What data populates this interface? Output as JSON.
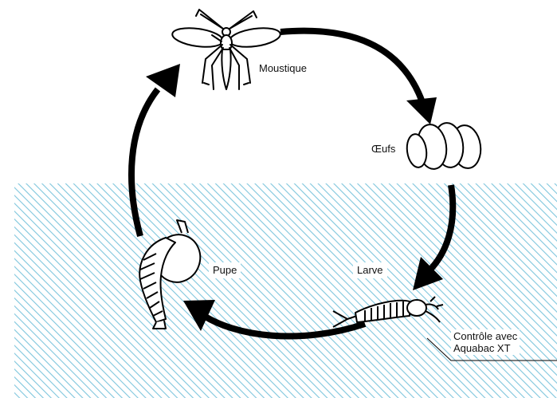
{
  "diagram": {
    "stages": {
      "mosquito": "Moustique",
      "eggs": "Œufs",
      "larva": "Larve",
      "pupa": "Pupe"
    },
    "control_note": {
      "line1": "Contrôle avec",
      "line2": "Aquabac XT"
    }
  },
  "colors": {
    "water_hatch": "#7fc6dd",
    "ink": "#000000",
    "background": "#ffffff"
  }
}
